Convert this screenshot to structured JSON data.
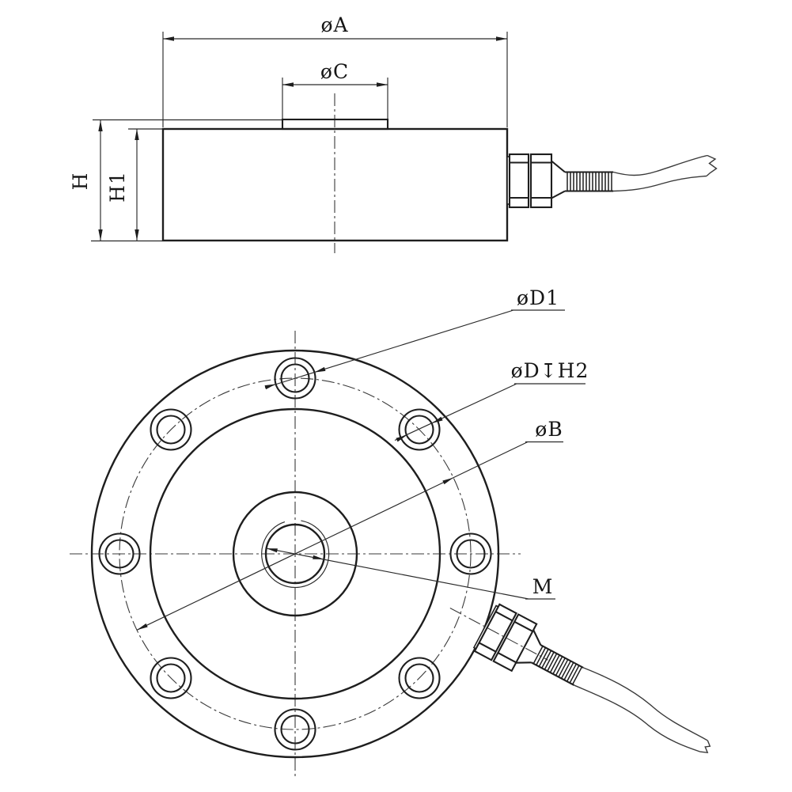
{
  "drawing": {
    "background": "#ffffff",
    "line_color": "#1e1e1e",
    "side_view": {
      "outer_diameter_label": "øA",
      "boss_diameter_label": "øC",
      "total_height_label": "H",
      "body_height_label": "H1"
    },
    "bottom_view": {
      "counterbore_diameter_label": "øD1",
      "bolt_hole_depth_label": "øD↧H2",
      "bolt_circle_diameter_label": "øB",
      "center_thread_label": "M",
      "bolt_hole_count": 8
    }
  }
}
